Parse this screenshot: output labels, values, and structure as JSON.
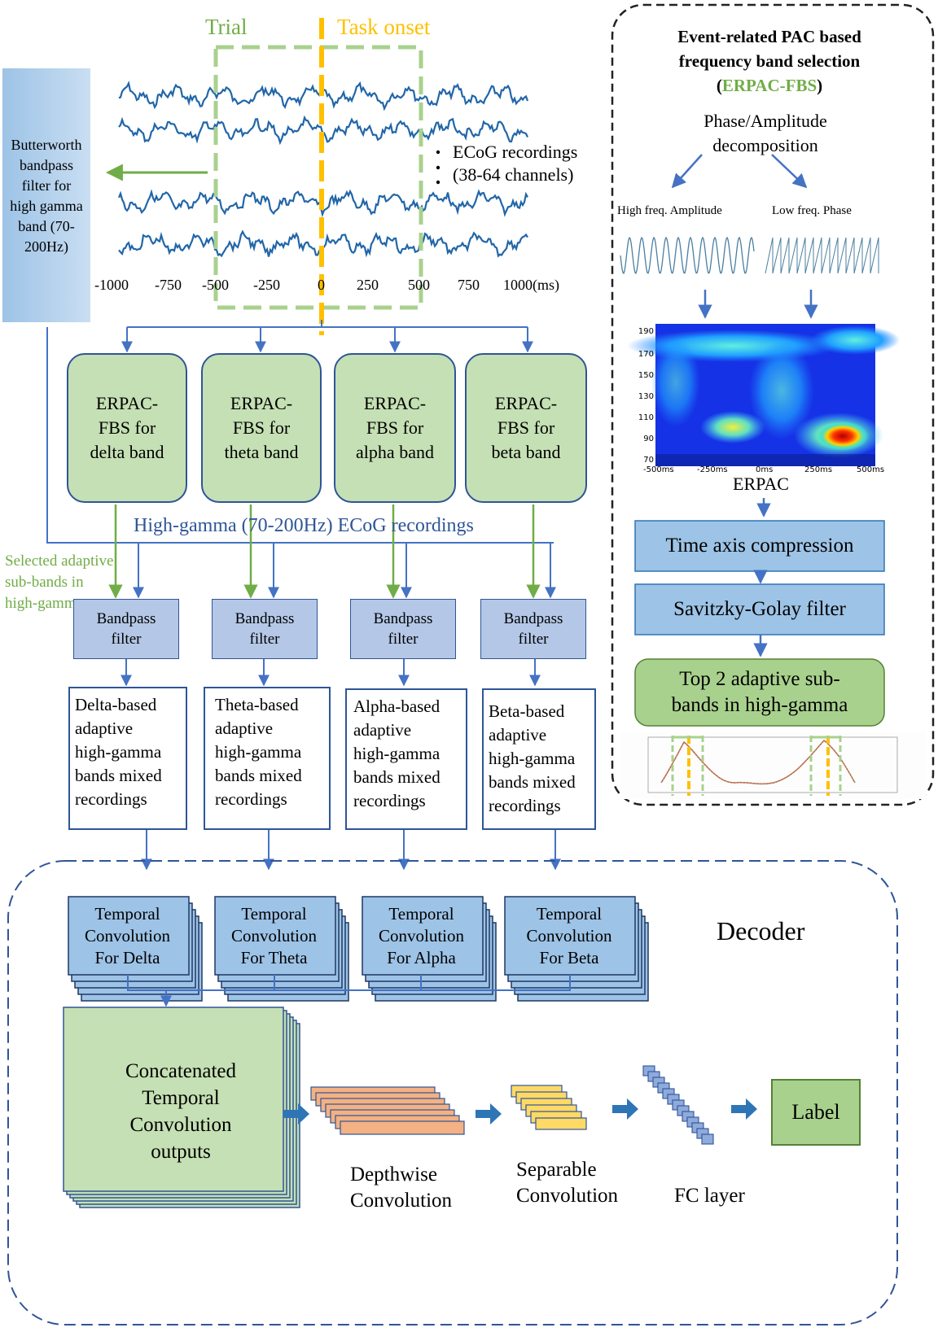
{
  "colors": {
    "wave": "#2166a8",
    "arrow_blue": "#4472c4",
    "arrow_green": "#70ad47",
    "green_fill": "#c5e0b4",
    "green_border": "#548235",
    "blue_fill": "#9dc3e6",
    "blue_box": "#b4c7e7",
    "orange": "#f4b183",
    "yellow": "#ffd966",
    "label_fill": "#a9d18e",
    "dash_orange": "#ffc000",
    "dash_green": "#a9d18e"
  },
  "signal": {
    "trial_label": "Trial",
    "task_onset_label": "Task onset",
    "ecog_label_1": "ECoG recordings",
    "ecog_label_2": "(38-64 channels)",
    "ticks": [
      "-1000",
      "-750",
      "-500",
      "-250",
      "0",
      "250",
      "500",
      "750",
      "1000(ms)"
    ]
  },
  "butterworth": {
    "lines": [
      "Butterworth",
      "bandpass",
      "filter for",
      "high gamma",
      "band (70-",
      "200Hz)"
    ]
  },
  "erpac_boxes": [
    {
      "l1": "ERPAC-",
      "l2": "FBS for",
      "l3": "delta band"
    },
    {
      "l1": "ERPAC-",
      "l2": "FBS for",
      "l3": "theta band"
    },
    {
      "l1": "ERPAC-",
      "l2": "FBS for",
      "l3": "alpha band"
    },
    {
      "l1": "ERPAC-",
      "l2": "FBS for",
      "l3": "beta band"
    }
  ],
  "high_gamma_label": "High-gamma (70-200Hz) ECoG recordings",
  "selected_label": [
    "Selected adaptive",
    "sub-bands in",
    "high-gamma"
  ],
  "bandpass": {
    "l1": "Bandpass",
    "l2": "filter"
  },
  "mixed_boxes": [
    [
      "Delta-based",
      "adaptive",
      "high-gamma",
      "bands mixed",
      "recordings"
    ],
    [
      "Theta-based",
      "adaptive",
      "high-gamma",
      "bands mixed",
      "recordings"
    ],
    [
      "Alpha-based",
      "adaptive",
      "high-gamma",
      "bands mixed",
      "recordings"
    ],
    [
      "Beta-based",
      "adaptive",
      "high-gamma",
      "bands mixed",
      "recordings"
    ]
  ],
  "temporal_conv": [
    [
      "Temporal",
      "Convolution",
      "For Delta"
    ],
    [
      "Temporal",
      "Convolution",
      "For Theta"
    ],
    [
      "Temporal",
      "Convolution",
      "For Alpha"
    ],
    [
      "Temporal",
      "Convolution",
      "For Beta"
    ]
  ],
  "decoder": {
    "title": "Decoder",
    "concat": [
      "Concatenated",
      "Temporal",
      "Convolution",
      "outputs"
    ],
    "depthwise": [
      "Depthwise",
      "Convolution"
    ],
    "separable": [
      "Separable",
      "Convolution"
    ],
    "fc": "FC layer",
    "label": "Label"
  },
  "right_panel": {
    "title_1": "Event-related PAC based",
    "title_2": "frequency band selection",
    "title_3_open": "(",
    "title_3_acr": "ERPAC-FBS",
    "title_3_close": ")",
    "decomp_1": "Phase/Amplitude",
    "decomp_2": "decomposition",
    "high_freq": "High freq. Amplitude",
    "low_freq": "Low freq. Phase",
    "heatmap_yticks": [
      "190",
      "170",
      "150",
      "130",
      "110",
      "90",
      "70"
    ],
    "heatmap_xticks": [
      "-500ms",
      "-250ms",
      "0ms",
      "250ms",
      "500ms"
    ],
    "erpac_label": "ERPAC",
    "time_axis": "Time axis compression",
    "savgol": "Savitzky-Golay filter",
    "top2_1": "Top 2 adaptive sub-",
    "top2_2": "bands in high-gamma"
  }
}
